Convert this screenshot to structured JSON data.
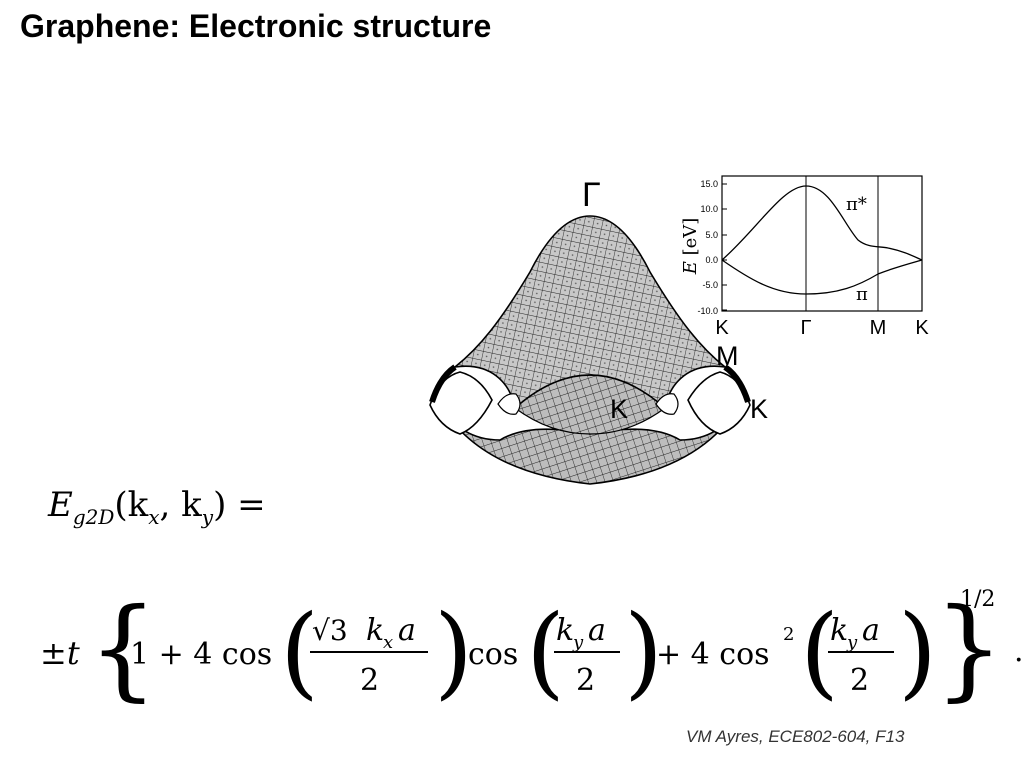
{
  "slide": {
    "title": "Graphene: Electronic structure",
    "footer": "VM Ayres, ECE802-604, F13"
  },
  "figure_3d": {
    "gamma_label": "Γ",
    "m_label": "M",
    "k_label_inner": "K",
    "k_label_outer": "K"
  },
  "inset": {
    "ylabel_symbol": "E",
    "ylabel_unit": "[eV]",
    "y_ticks": [
      "15.0",
      "10.0",
      "5.0",
      "0.0",
      "-5.0",
      "-10.0"
    ],
    "x_ticks": [
      "K",
      "Γ",
      "M",
      "K"
    ],
    "upper_band_label": "π*",
    "lower_band_label": "π"
  },
  "equation_1": {
    "lhs_symbol": "E",
    "lhs_subscript": "g2D",
    "lhs_args": "(k",
    "lhs_args_x": "x",
    "lhs_args_y": ", k",
    "lhs_args_ysub": "y",
    "lhs_close": ") ="
  },
  "equation_2": {
    "prefix": "±t",
    "one_plus_four": "1 + 4 cos",
    "sqrt3": "√3",
    "kxa": "k",
    "kx_sub": "x",
    "a1": "a",
    "denom1": "2",
    "cos2": "cos",
    "kya1": "k",
    "ky_sub1": "y",
    "a2": "a",
    "denom2": "2",
    "plus_four_cos": "+ 4 cos",
    "sq": "2",
    "kya2": "k",
    "ky_sub2": "y",
    "a3": "a",
    "denom3": "2",
    "exponent": "1/2",
    "trailing": "·"
  }
}
